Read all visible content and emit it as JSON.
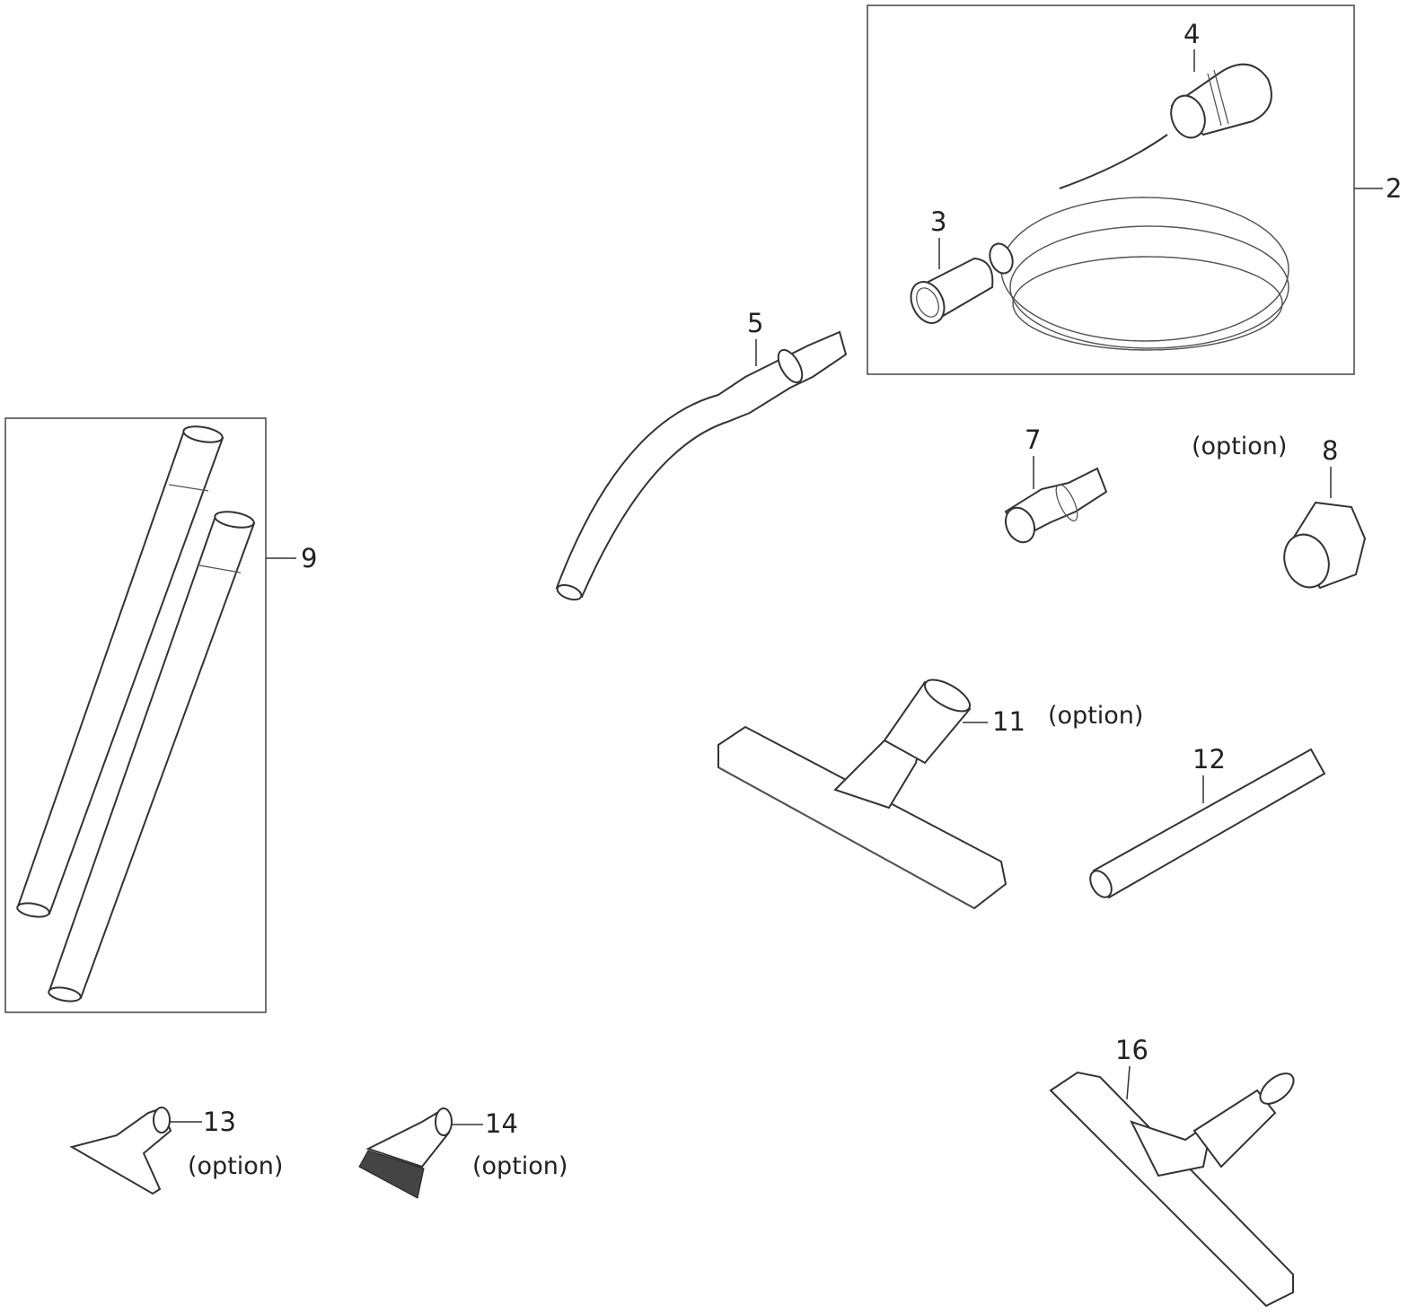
{
  "diagram": {
    "callouts": {
      "p2": "2",
      "p3": "3",
      "p4": "4",
      "p5": "5",
      "p7": "7",
      "p8": "8",
      "p9": "9",
      "p11": "11",
      "p12": "12",
      "p13": "13",
      "p14": "14",
      "p16": "16"
    },
    "option_label": "(option)"
  }
}
